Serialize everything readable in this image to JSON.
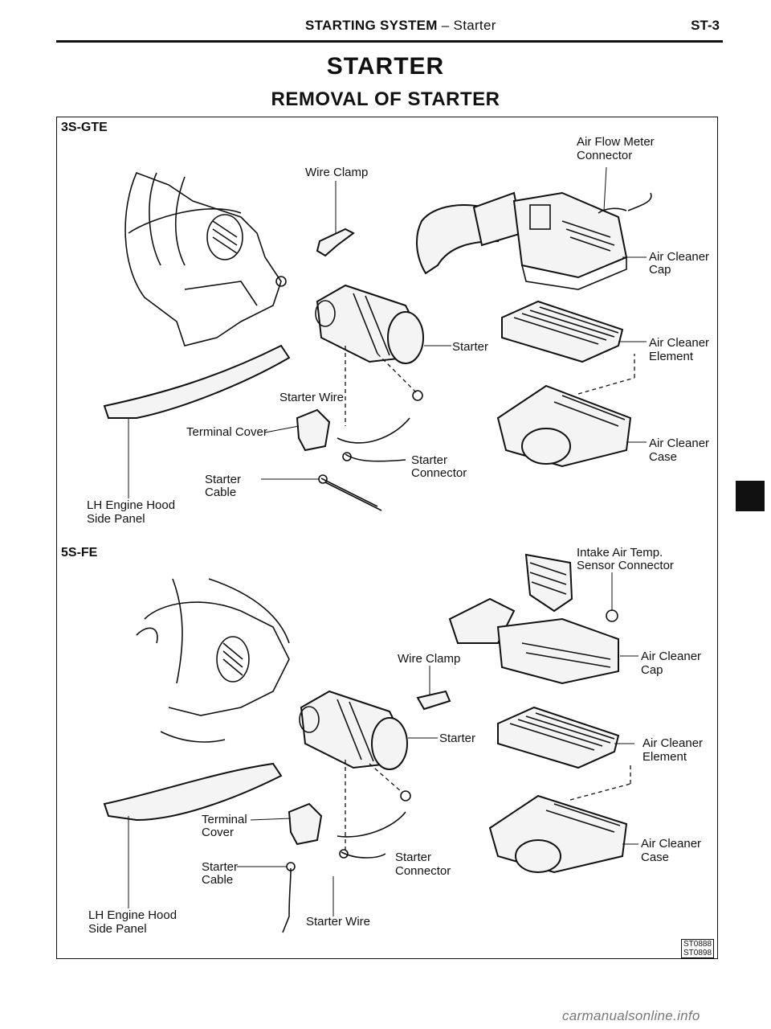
{
  "header": {
    "title_bold": "STARTING SYSTEM",
    "title_rest": "– Starter",
    "page_id": "ST-3"
  },
  "title": "STARTER",
  "subtitle": "REMOVAL OF STARTER",
  "section_3sgte": {
    "label": "3S-GTE",
    "callouts": {
      "air_flow_meter_connector_1": "Air Flow Meter",
      "air_flow_meter_connector_2": "Connector",
      "wire_clamp": "Wire Clamp",
      "air_cleaner_cap_1": "Air Cleaner",
      "air_cleaner_cap_2": "Cap",
      "starter": "Starter",
      "air_cleaner_element_1": "Air Cleaner",
      "air_cleaner_element_2": "Element",
      "starter_wire": "Starter Wire",
      "terminal_cover": "Terminal Cover",
      "air_cleaner_case_1": "Air Cleaner",
      "air_cleaner_case_2": "Case",
      "starter_connector_1": "Starter",
      "starter_connector_2": "Connector",
      "starter_cable_1": "Starter",
      "starter_cable_2": "Cable",
      "lh_hood_panel_1": "LH Engine Hood",
      "lh_hood_panel_2": "Side Panel"
    }
  },
  "section_5sfe": {
    "label": "5S-FE",
    "callouts": {
      "intake_air_temp_1": "Intake Air Temp.",
      "intake_air_temp_2": "Sensor Connector",
      "wire_clamp": "Wire Clamp",
      "air_cleaner_cap_1": "Air Cleaner",
      "air_cleaner_cap_2": "Cap",
      "starter": "Starter",
      "air_cleaner_element_1": "Air Cleaner",
      "air_cleaner_element_2": "Element",
      "terminal_cover_1": "Terminal",
      "terminal_cover_2": "Cover",
      "air_cleaner_case_1": "Air Cleaner",
      "air_cleaner_case_2": "Case",
      "starter_cable_1": "Starter",
      "starter_cable_2": "Cable",
      "starter_connector_1": "Starter",
      "starter_connector_2": "Connector",
      "lh_hood_panel_1": "LH Engine Hood",
      "lh_hood_panel_2": "Side Panel",
      "starter_wire": "Starter Wire"
    }
  },
  "figure_codes": [
    "ST0888",
    "ST0898"
  ],
  "footer": "carmanualsonline.info"
}
